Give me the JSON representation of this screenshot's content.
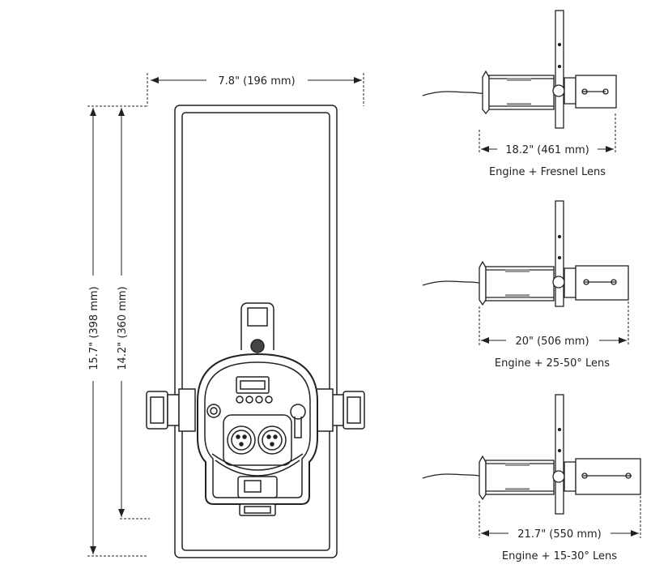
{
  "front_view": {
    "width_label": "7.8\" (196 mm)",
    "height_outer_label": "15.7\" (398 mm)",
    "height_inner_label": "14.2\" (360 mm)"
  },
  "side_views": [
    {
      "length_label": "18.2\" (461 mm)",
      "caption": "Engine + Fresnel Lens"
    },
    {
      "length_label": "20\" (506 mm)",
      "caption": "Engine + 25-50° Lens"
    },
    {
      "length_label": "21.7\" (550 mm)",
      "caption": "Engine + 15-30° Lens"
    }
  ],
  "colors": {
    "line": "#222222",
    "fill": "#ffffff",
    "shade": "#9a9a9a"
  }
}
